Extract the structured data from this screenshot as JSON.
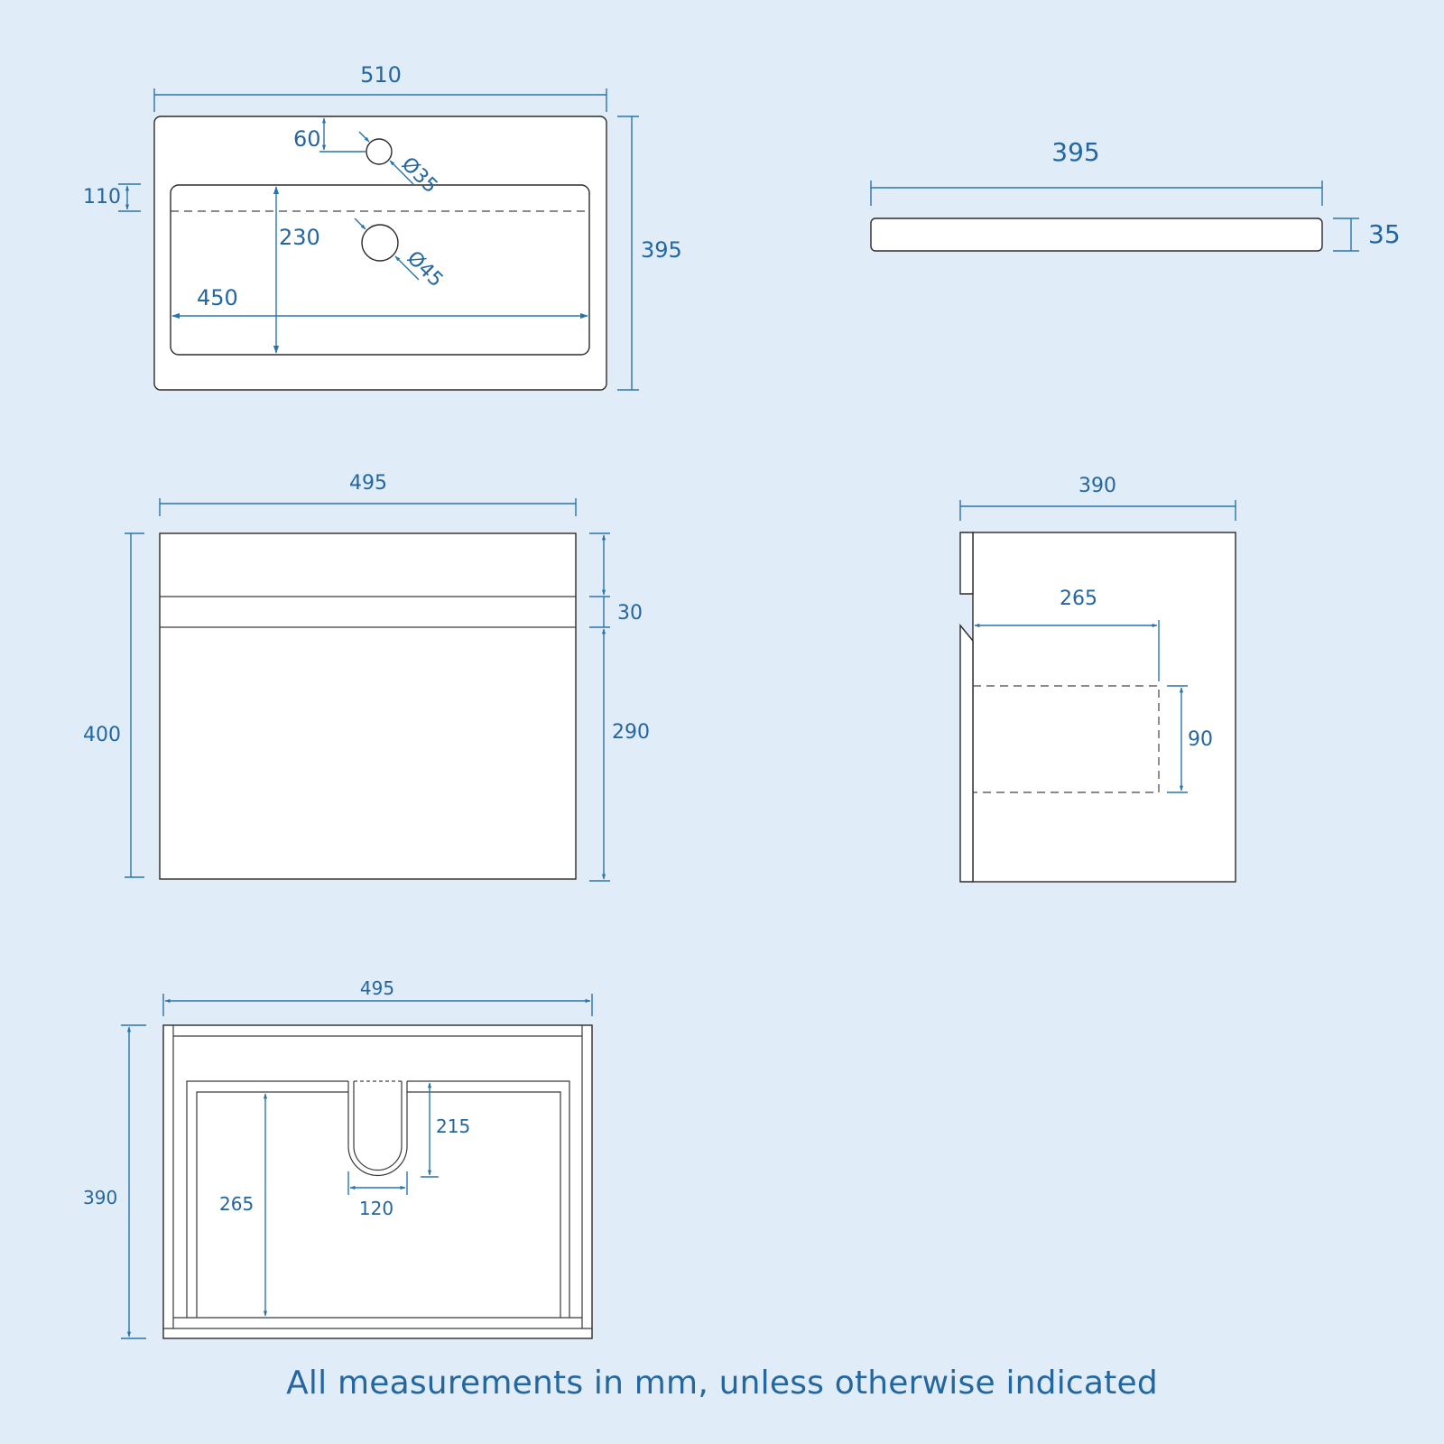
{
  "diagram": {
    "units": "mm",
    "colors": {
      "background": "#e0edf9",
      "dimension": "#2a74ac",
      "dimension_text": "#2366a0",
      "outline": "#2b2b2b",
      "fill": "#ffffff"
    },
    "basin_top_view": {
      "overall_width": "510",
      "overall_depth": "395",
      "tap_hole_offset": "60",
      "tap_hole_diameter": "Ø35",
      "waste_offset": "110",
      "bowl_depth": "230",
      "bowl_width": "450",
      "waste_diameter": "Ø45"
    },
    "basin_side_view": {
      "width": "395",
      "thickness": "35"
    },
    "cabinet_front_view": {
      "width": "495",
      "height": "400",
      "top_panel_height": "30",
      "door_height": "290"
    },
    "cabinet_side_view": {
      "depth": "390",
      "inner_depth": "265",
      "cutout_height": "90"
    },
    "cabinet_rear_view": {
      "width": "495",
      "height": "390",
      "inner_height": "265",
      "cutout_depth": "215",
      "cutout_width": "120"
    },
    "footnote": "All measurements in mm, unless otherwise indicated"
  }
}
